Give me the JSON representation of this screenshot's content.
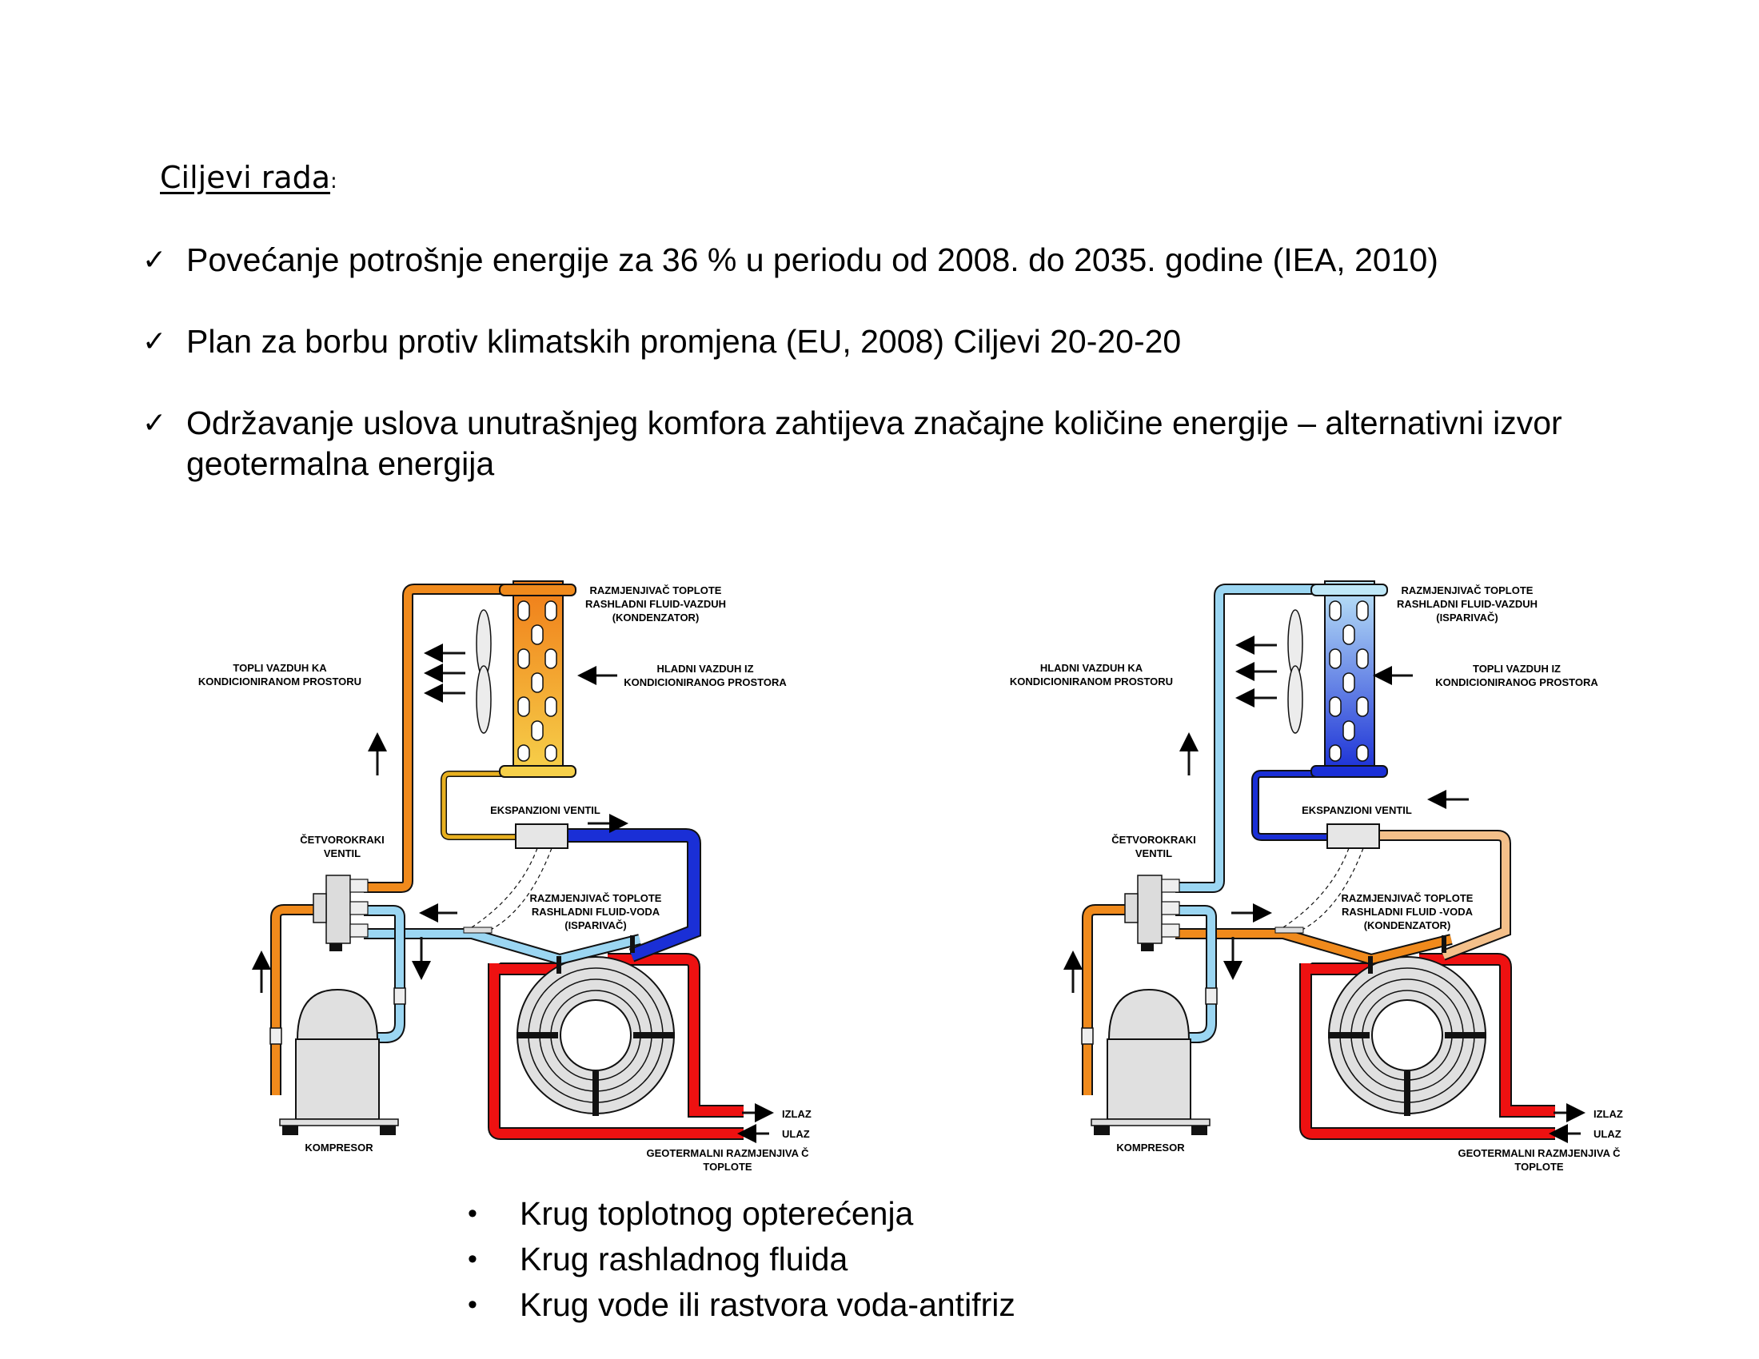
{
  "heading": {
    "title": "Ciljevi rada",
    "colon": ":"
  },
  "goals": [
    {
      "mark": "✓",
      "text": "Povećanje potrošnje energije za 36 % u periodu od 2008. do 2035. godine (IEA, 2010)"
    },
    {
      "mark": "✓",
      "text": "Plan za borbu protiv klimatskih promjena (EU, 2008) Ciljevi 20-20-20"
    },
    {
      "mark": "✓",
      "text": "Održavanje uslova unutrašnjeg komfora zahtijeva značajne količine energije – alternativni izvor geotermalna energija"
    }
  ],
  "diagram_left": {
    "hx_air_l1": "RAZMJENJIVAČ TOPLOTE",
    "hx_air_l2": "RASHLADNI FLUID-VAZDUH",
    "hx_air_l3": "(KONDENZATOR)",
    "air_out_l1": "TOPLI VAZDUH KA",
    "air_out_l2": "KONDICIONIRANOM PROSTORU",
    "air_in_l1": "HLADNI VAZDUH IZ",
    "air_in_l2": "KONDICIONIRANOG PROSTORA",
    "expansion": "EKSPANZIONI VENTIL",
    "fourway_l1": "ČETVOROKRAKI",
    "fourway_l2": "VENTIL",
    "hx_water_l1": "RAZMJENJIVAČ TOPLOTE",
    "hx_water_l2": "RASHLADNI FLUID-VODA",
    "hx_water_l3": "(ISPARIVAČ)",
    "out": "IZLAZ",
    "in": "ULAZ",
    "compressor": "KOMPRESOR",
    "geo_l1": "GEOTERMALNI RAZMJENJIVA Č",
    "geo_l2": "TOPLOTE"
  },
  "diagram_right": {
    "hx_air_l1": "RAZMJENJIVAČ TOPLOTE",
    "hx_air_l2": "RASHLADNI FLUID-VAZDUH",
    "hx_air_l3": "(ISPARIVAČ)",
    "air_out_l1": "HLADNI VAZDUH KA",
    "air_out_l2": "KONDICIONIRANOM PROSTORU",
    "air_in_l1": "TOPLI VAZDUH IZ",
    "air_in_l2": "KONDICIONIRANOG PROSTORA",
    "expansion": "EKSPANZIONI VENTIL",
    "fourway_l1": "ČETVOROKRAKI",
    "fourway_l2": "VENTIL",
    "hx_water_l1": "RAZMJENJIVAČ TOPLOTE",
    "hx_water_l2": "RASHLADNI FLUID -VODA",
    "hx_water_l3": "(KONDENZATOR)",
    "out": "IZLAZ",
    "in": "ULAZ",
    "compressor": "KOMPRESOR",
    "geo_l1": "GEOTERMALNI RAZMJENJIVA Č",
    "geo_l2": "TOPLOTE"
  },
  "circuits": [
    {
      "mark": "•",
      "text": "Krug toplotnog opterećenja"
    },
    {
      "mark": "•",
      "text": "Krug rashladnog fluida"
    },
    {
      "mark": "•",
      "text": "Krug vode ili rastvora voda-antifriz"
    }
  ],
  "colors": {
    "hot_pipe": "#f08a1c",
    "light_orange": "#f4c08a",
    "cold_pipe": "#1a2fd6",
    "light_blue": "#9bd6f2",
    "water_red": "#ee1111",
    "yellow_pipe": "#e8b020",
    "machine_gray": "#e0e0e0"
  }
}
